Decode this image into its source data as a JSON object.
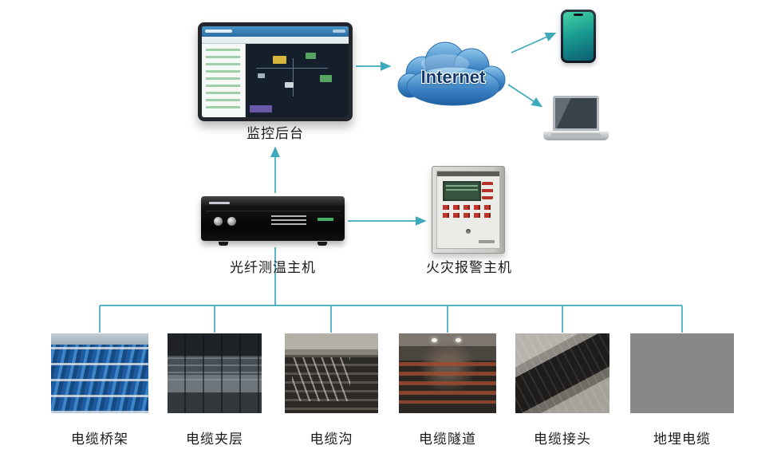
{
  "labels": {
    "monitor": "监控后台",
    "internet": "Internet",
    "fiber_host": "光纤测温主机",
    "fire_alarm": "火灾报警主机"
  },
  "scenes": [
    {
      "label": "电缆桥架"
    },
    {
      "label": "电缆夹层"
    },
    {
      "label": "电缆沟"
    },
    {
      "label": "电缆隧道"
    },
    {
      "label": "电缆接头"
    },
    {
      "label": "地埋电缆"
    }
  ],
  "colors": {
    "connector": "#3fa9bc",
    "text": "#1a1a1a",
    "cloud_top": "#8ec6ec",
    "cloud_bottom": "#1d5fa0",
    "internet_text": "#123a6e"
  }
}
